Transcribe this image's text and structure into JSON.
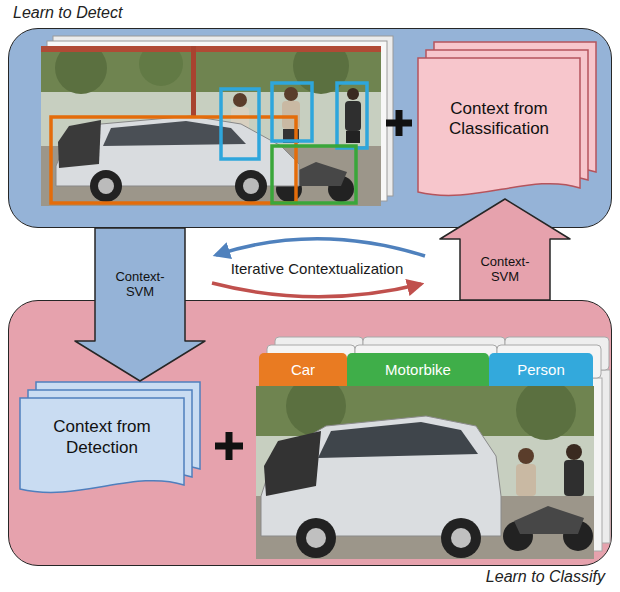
{
  "diagram": {
    "nodes": [
      {
        "text": [
          "Learn to Detect"
        ]
      },
      {
        "text": [
          "Context from Classification"
        ],
        "in": 0
      },
      {
        "text": [
          "Learn to Classify"
        ]
      },
      {
        "text": [
          "Context from Detection"
        ],
        "in": 2
      },
      {
        "text": [
          "Car"
        ],
        "in": 2
      },
      {
        "text": [
          "Motorbike"
        ],
        "in": 2
      },
      {
        "text": [
          "Person"
        ],
        "in": 2
      }
    ],
    "edges": [
      {
        "from": 0,
        "to": 3,
        "label": "Context-SVM",
        "arrow": "to"
      },
      {
        "from": 2,
        "to": 1,
        "label": "Context-SVM",
        "arrow": "to"
      }
    ],
    "labels": [
      "Iterative Contextualization"
    ]
  }
}
